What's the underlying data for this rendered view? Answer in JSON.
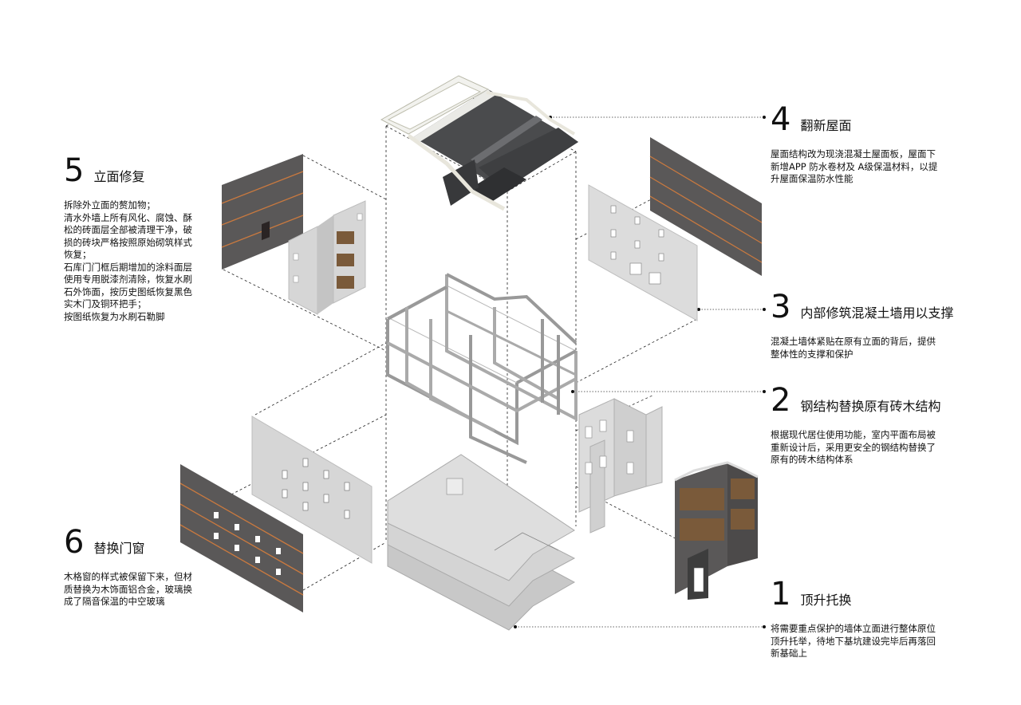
{
  "steps": [
    {
      "num": "4",
      "title": "翻新屋面",
      "desc": "屋面结构改为现浇混凝土屋面板，屋面下\n新增APP 防水卷材及 A级保温材料，以提\n升屋面保温防水性能"
    },
    {
      "num": "5",
      "title": "立面修复",
      "desc": "拆除外立面的赘加物；\n清水外墙上所有风化、腐蚀、酥\n松的砖面层全部被清理干净，破\n损的砖块严格按照原始砌筑样式\n恢复；\n石库门门框后期增加的涂料面层\n使用专用脱漆剂清除，恢复水刷\n石外饰面，按历史图纸恢复黑色\n实木门及铜环把手；\n按图纸恢复为水刷石勒脚"
    },
    {
      "num": "3",
      "title": "内部修筑混凝土墙用以支撑",
      "desc": "混凝土墙体紧贴在原有立面的背后，提供\n整体性的支撑和保护"
    },
    {
      "num": "2",
      "title": "钢结构替换原有砖木结构",
      "desc": "根据现代居住使用功能，室内平面布局被\n重新设计后，采用更安全的钢结构替换了\n原有的砖木结构体系"
    },
    {
      "num": "6",
      "title": "替换门窗",
      "desc": "木格窗的样式被保留下来，但材\n质替换为木饰面铝合金，玻璃换\n成了隔音保温的中空玻璃"
    },
    {
      "num": "1",
      "title": "顶升托换",
      "desc": "将需要重点保护的墙体立面进行整体原位\n顶升托举，待地下基坑建设完毕后再落回\n新基础上"
    }
  ],
  "colors": {
    "brick_dark": "#5a5858",
    "brick_line": "#c9793f",
    "roof": "#4a4b4d",
    "concrete": "#d6d6d6",
    "steel": "#d8d8d8"
  }
}
